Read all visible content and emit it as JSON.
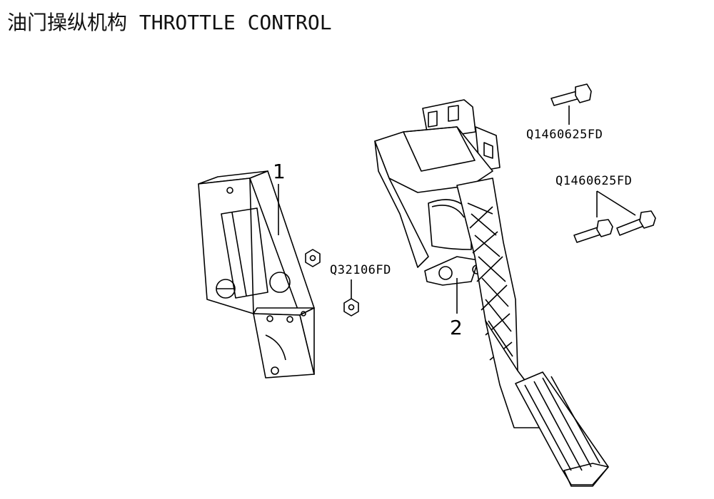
{
  "title": "油门操纵机构 THROTTLE CONTROL",
  "callouts": [
    {
      "number": "1"
    },
    {
      "number": "2"
    }
  ],
  "part_labels": [
    {
      "code": "Q1460625FD"
    },
    {
      "code": "Q1460625FD"
    },
    {
      "code": "Q32106FD"
    }
  ],
  "colors": {
    "line": "#000000",
    "background": "#ffffff"
  }
}
